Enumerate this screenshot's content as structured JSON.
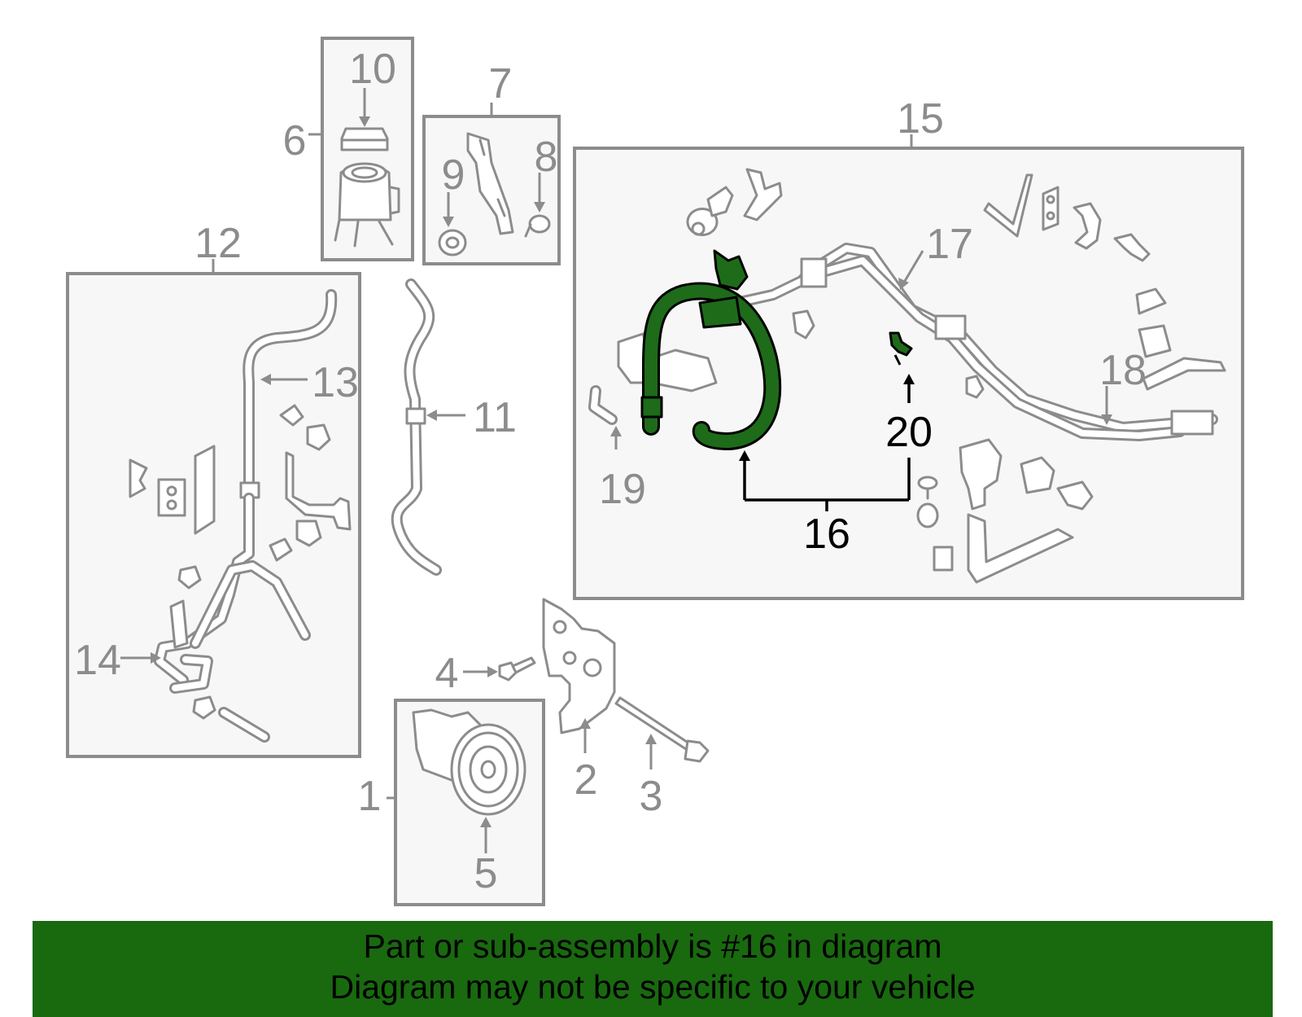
{
  "callouts": {
    "c1": "1",
    "c2": "2",
    "c3": "3",
    "c4": "4",
    "c5": "5",
    "c6": "6",
    "c7": "7",
    "c8": "8",
    "c9": "9",
    "c10": "10",
    "c11": "11",
    "c12": "12",
    "c13": "13",
    "c14": "14",
    "c15": "15",
    "c16": "16",
    "c17": "17",
    "c18": "18",
    "c19": "19",
    "c20": "20"
  },
  "highlighted_part": "16",
  "colors": {
    "highlight": "#1e6b1a",
    "banner": "#19690f",
    "line": "#8c8c8c"
  },
  "banner": {
    "line1": "Part or sub-assembly is #16 in diagram",
    "line2": "Diagram may not be specific to your vehicle"
  }
}
